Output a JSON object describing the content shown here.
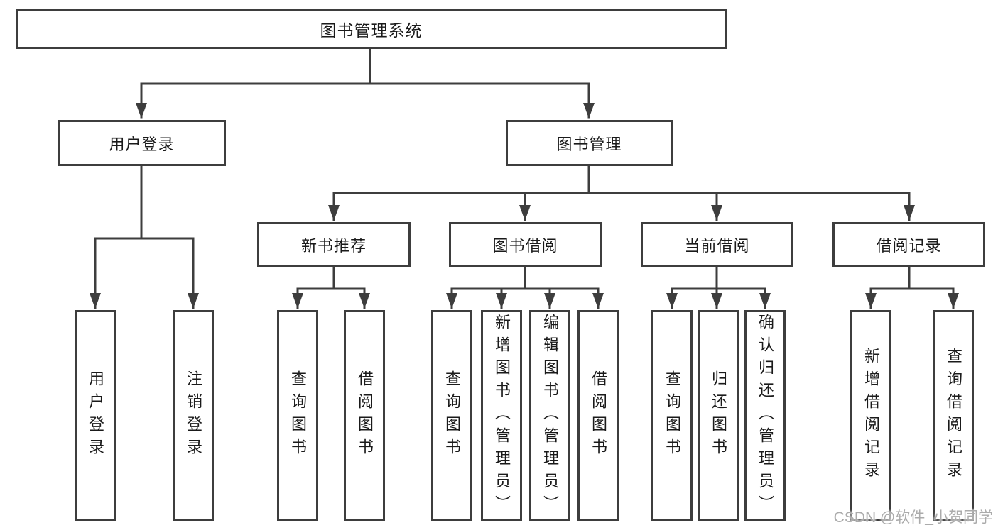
{
  "diagram": {
    "root": {
      "label": "图书管理系统"
    },
    "level1": {
      "user_login": {
        "label": "用户登录"
      },
      "book_management": {
        "label": "图书管理"
      }
    },
    "level2": {
      "new_book_recommend": {
        "label": "新书推荐"
      },
      "book_borrowing": {
        "label": "图书借阅"
      },
      "current_borrowing": {
        "label": "当前借阅"
      },
      "borrowing_records": {
        "label": "借阅记录"
      }
    },
    "leaves": {
      "user_login": {
        "label": "用户登录"
      },
      "logout": {
        "label": "注销登录"
      },
      "nb_query_books": {
        "label": "查询图书"
      },
      "nb_borrow_books": {
        "label": "借阅图书"
      },
      "bb_query_books": {
        "label": "查询图书"
      },
      "bb_add_books": {
        "label": "新增图书（管理员）"
      },
      "bb_edit_books": {
        "label": "编辑图书（管理员）"
      },
      "bb_borrow_books": {
        "label": "借阅图书"
      },
      "cb_query_books": {
        "label": "查询图书"
      },
      "cb_return_books": {
        "label": "归还图书"
      },
      "cb_confirm_return": {
        "label": "确认归还（管理员）"
      },
      "br_add_record": {
        "label": "新增借阅记录"
      },
      "br_query_record": {
        "label": "查询借阅记录"
      }
    }
  },
  "watermark": {
    "text": "CSDN @软件_小贺同学",
    "color": "#ababab"
  },
  "colors": {
    "line": "#3d3d3d",
    "box_border": "#3d3d3d",
    "box_fill": "#ffffff",
    "text": "#1a1a1a",
    "background": "#ffffff"
  }
}
